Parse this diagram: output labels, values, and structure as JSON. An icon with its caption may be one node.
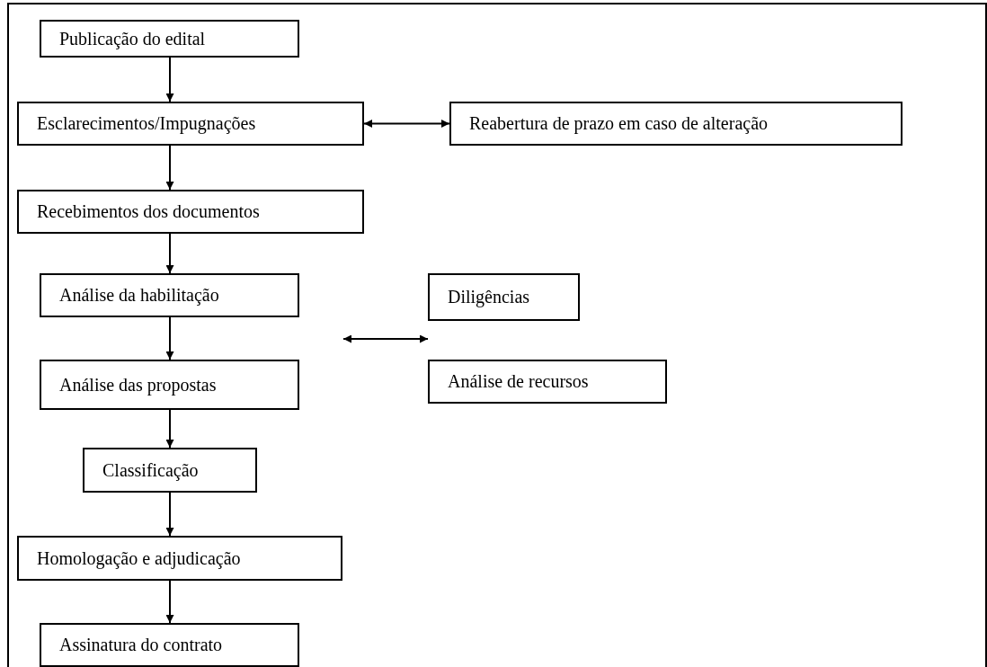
{
  "diagram": {
    "nodes": [
      {
        "text": [
          "Publicação do edital"
        ]
      },
      {
        "text": [
          "Esclarecimentos/Impugnações"
        ]
      },
      {
        "text": [
          "Reabertura de prazo em caso de alteração"
        ]
      },
      {
        "text": [
          "Recebimentos dos documentos"
        ]
      },
      {
        "text": [
          "Análise da habilitação"
        ]
      },
      {
        "text": [
          "Diligências"
        ]
      },
      {
        "text": [
          "Análise das propostas"
        ]
      },
      {
        "text": [
          "Análise de recursos"
        ]
      },
      {
        "text": [
          "Classificação"
        ]
      },
      {
        "text": [
          "Homologação e adjudicação"
        ]
      },
      {
        "text": [
          "Assinatura do contrato"
        ]
      }
    ],
    "edges": [
      {
        "from": 0,
        "to": 1,
        "arrow": "to"
      },
      {
        "from": 1,
        "to": 2,
        "arrow": "both"
      },
      {
        "from": 1,
        "to": 3,
        "arrow": "to"
      },
      {
        "from": 3,
        "to": 4,
        "arrow": "to"
      },
      {
        "from": 4,
        "to": 6,
        "arrow": "to"
      },
      {
        "from": null,
        "to": 5,
        "arrow": "both"
      },
      {
        "from": 6,
        "to": 8,
        "arrow": "to"
      },
      {
        "from": 8,
        "to": 9,
        "arrow": "to"
      },
      {
        "from": 9,
        "to": 10,
        "arrow": "to"
      }
    ]
  }
}
